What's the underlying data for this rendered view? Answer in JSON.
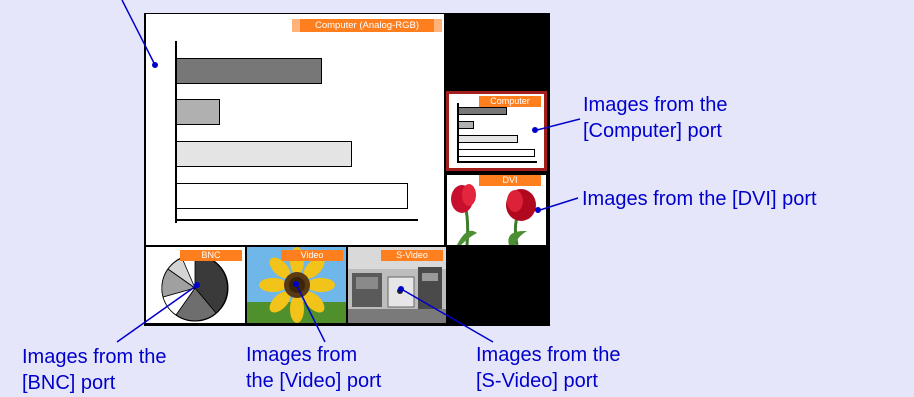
{
  "screen": {
    "main_tag": "Computer (Analog-RGB)",
    "computer_tag": "Computer",
    "dvi_tag": "DVI",
    "bnc_tag": "BNC",
    "video_tag": "Video",
    "svideo_tag": "S-Video"
  },
  "colors": {
    "background": "#e6e6fa",
    "caption": "#0000cc",
    "tag": "#ff7f1e",
    "highlight": "#a31d1d"
  },
  "captions": {
    "computer_line1": "Images from the",
    "computer_line2": "[Computer] port",
    "dvi": "Images from the [DVI] port",
    "bnc_line1": "Images from the",
    "bnc_line2": "[BNC] port",
    "video_line1": "Images from",
    "video_line2": "the [Video] port",
    "svideo_line1": "Images from the",
    "svideo_line2": "[S-Video] port"
  }
}
